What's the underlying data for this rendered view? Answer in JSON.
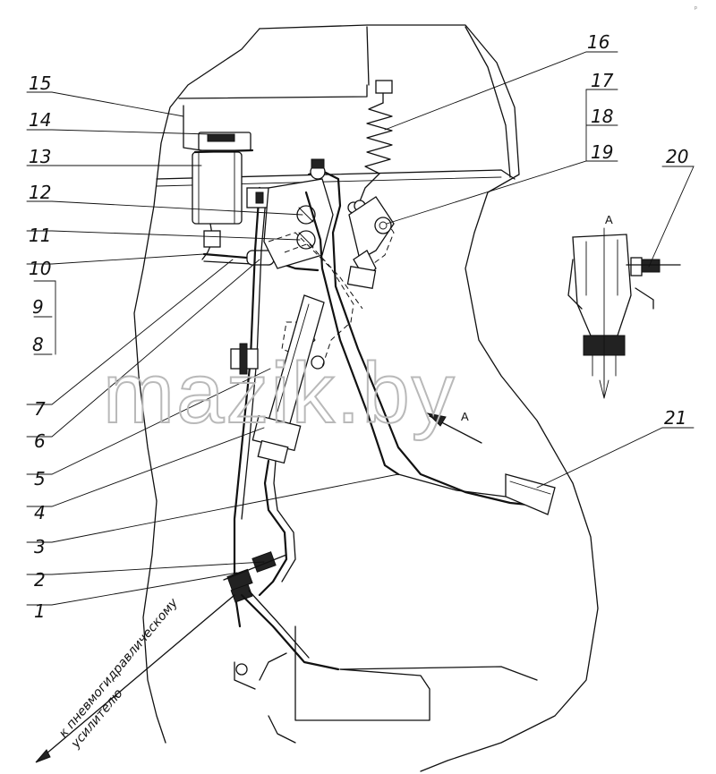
{
  "callouts": {
    "c1": "1",
    "c2": "2",
    "c3": "3",
    "c4": "4",
    "c5": "5",
    "c6": "6",
    "c7": "7",
    "c8": "8",
    "c9": "9",
    "c10": "10",
    "c11": "11",
    "c12": "12",
    "c13": "13",
    "c14": "14",
    "c15": "15",
    "c16": "16",
    "c17": "17",
    "c18": "18",
    "c19": "19",
    "c20": "20",
    "c21": "21"
  },
  "view_marker": {
    "letter_main": "A",
    "letter_detail": "A"
  },
  "note": {
    "line1": "к пневмогидравлическому",
    "line2": "усилителю"
  },
  "watermark": "mazik.by",
  "corner_mark": "р"
}
